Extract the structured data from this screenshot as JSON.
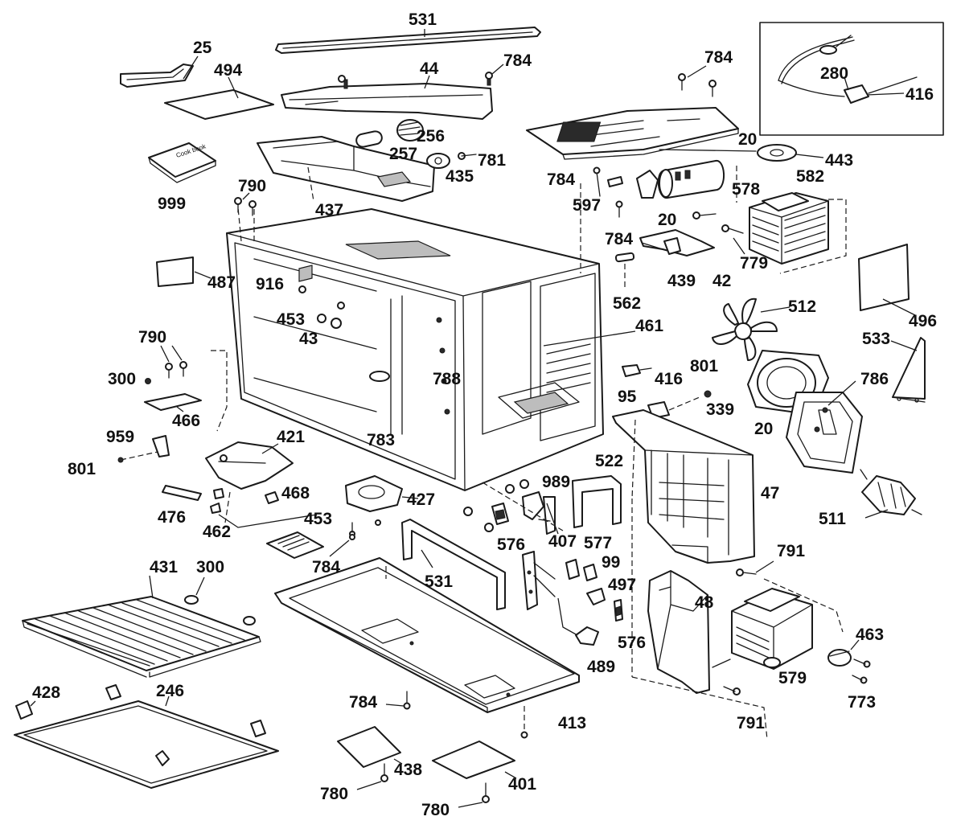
{
  "diagram": {
    "type": "exploded-parts-diagram",
    "line_color": "#1a1a1a",
    "background": "#ffffff",
    "book_cover_text": "Cook book",
    "callouts": [
      {
        "id": "c-531-top",
        "text": "531"
      },
      {
        "id": "c-25",
        "text": "25"
      },
      {
        "id": "c-494",
        "text": "494"
      },
      {
        "id": "c-44",
        "text": "44"
      },
      {
        "id": "c-784-a",
        "text": "784"
      },
      {
        "id": "c-784-b",
        "text": "784"
      },
      {
        "id": "c-280",
        "text": "280"
      },
      {
        "id": "c-416-a",
        "text": "416"
      },
      {
        "id": "c-256",
        "text": "256"
      },
      {
        "id": "c-257",
        "text": "257"
      },
      {
        "id": "c-781",
        "text": "781"
      },
      {
        "id": "c-435",
        "text": "435"
      },
      {
        "id": "c-20-a",
        "text": "20"
      },
      {
        "id": "c-443",
        "text": "443"
      },
      {
        "id": "c-999",
        "text": "999"
      },
      {
        "id": "c-790-a",
        "text": "790"
      },
      {
        "id": "c-437",
        "text": "437"
      },
      {
        "id": "c-784-c",
        "text": "784"
      },
      {
        "id": "c-597",
        "text": "597"
      },
      {
        "id": "c-20-b",
        "text": "20"
      },
      {
        "id": "c-578",
        "text": "578"
      },
      {
        "id": "c-582",
        "text": "582"
      },
      {
        "id": "c-784-d",
        "text": "784"
      },
      {
        "id": "c-779",
        "text": "779"
      },
      {
        "id": "c-439",
        "text": "439"
      },
      {
        "id": "c-42",
        "text": "42"
      },
      {
        "id": "c-487",
        "text": "487"
      },
      {
        "id": "c-916",
        "text": "916"
      },
      {
        "id": "c-453-a",
        "text": "453"
      },
      {
        "id": "c-43",
        "text": "43"
      },
      {
        "id": "c-562",
        "text": "562"
      },
      {
        "id": "c-512",
        "text": "512"
      },
      {
        "id": "c-461",
        "text": "461"
      },
      {
        "id": "c-496",
        "text": "496"
      },
      {
        "id": "c-533",
        "text": "533"
      },
      {
        "id": "c-790-b",
        "text": "790"
      },
      {
        "id": "c-300-a",
        "text": "300"
      },
      {
        "id": "c-788",
        "text": "788"
      },
      {
        "id": "c-416-b",
        "text": "416"
      },
      {
        "id": "c-801-a",
        "text": "801"
      },
      {
        "id": "c-786",
        "text": "786"
      },
      {
        "id": "c-466",
        "text": "466"
      },
      {
        "id": "c-95",
        "text": "95"
      },
      {
        "id": "c-339",
        "text": "339"
      },
      {
        "id": "c-959",
        "text": "959"
      },
      {
        "id": "c-421",
        "text": "421"
      },
      {
        "id": "c-783",
        "text": "783"
      },
      {
        "id": "c-20-c",
        "text": "20"
      },
      {
        "id": "c-801-b",
        "text": "801"
      },
      {
        "id": "c-522",
        "text": "522"
      },
      {
        "id": "c-989",
        "text": "989"
      },
      {
        "id": "c-47",
        "text": "47"
      },
      {
        "id": "c-468",
        "text": "468"
      },
      {
        "id": "c-427",
        "text": "427"
      },
      {
        "id": "c-511",
        "text": "511"
      },
      {
        "id": "c-476",
        "text": "476"
      },
      {
        "id": "c-453-b",
        "text": "453"
      },
      {
        "id": "c-462",
        "text": "462"
      },
      {
        "id": "c-576-a",
        "text": "576"
      },
      {
        "id": "c-407",
        "text": "407"
      },
      {
        "id": "c-577",
        "text": "577"
      },
      {
        "id": "c-791-a",
        "text": "791"
      },
      {
        "id": "c-99",
        "text": "99"
      },
      {
        "id": "c-784-e",
        "text": "784"
      },
      {
        "id": "c-431",
        "text": "431"
      },
      {
        "id": "c-300-b",
        "text": "300"
      },
      {
        "id": "c-531-mid",
        "text": "531"
      },
      {
        "id": "c-497",
        "text": "497"
      },
      {
        "id": "c-48",
        "text": "48"
      },
      {
        "id": "c-463",
        "text": "463"
      },
      {
        "id": "c-576-b",
        "text": "576"
      },
      {
        "id": "c-489",
        "text": "489"
      },
      {
        "id": "c-579",
        "text": "579"
      },
      {
        "id": "c-773",
        "text": "773"
      },
      {
        "id": "c-428",
        "text": "428"
      },
      {
        "id": "c-246",
        "text": "246"
      },
      {
        "id": "c-784-f",
        "text": "784"
      },
      {
        "id": "c-413",
        "text": "413"
      },
      {
        "id": "c-791-b",
        "text": "791"
      },
      {
        "id": "c-438",
        "text": "438"
      },
      {
        "id": "c-401",
        "text": "401"
      },
      {
        "id": "c-780-a",
        "text": "780"
      },
      {
        "id": "c-780-b",
        "text": "780"
      }
    ]
  }
}
